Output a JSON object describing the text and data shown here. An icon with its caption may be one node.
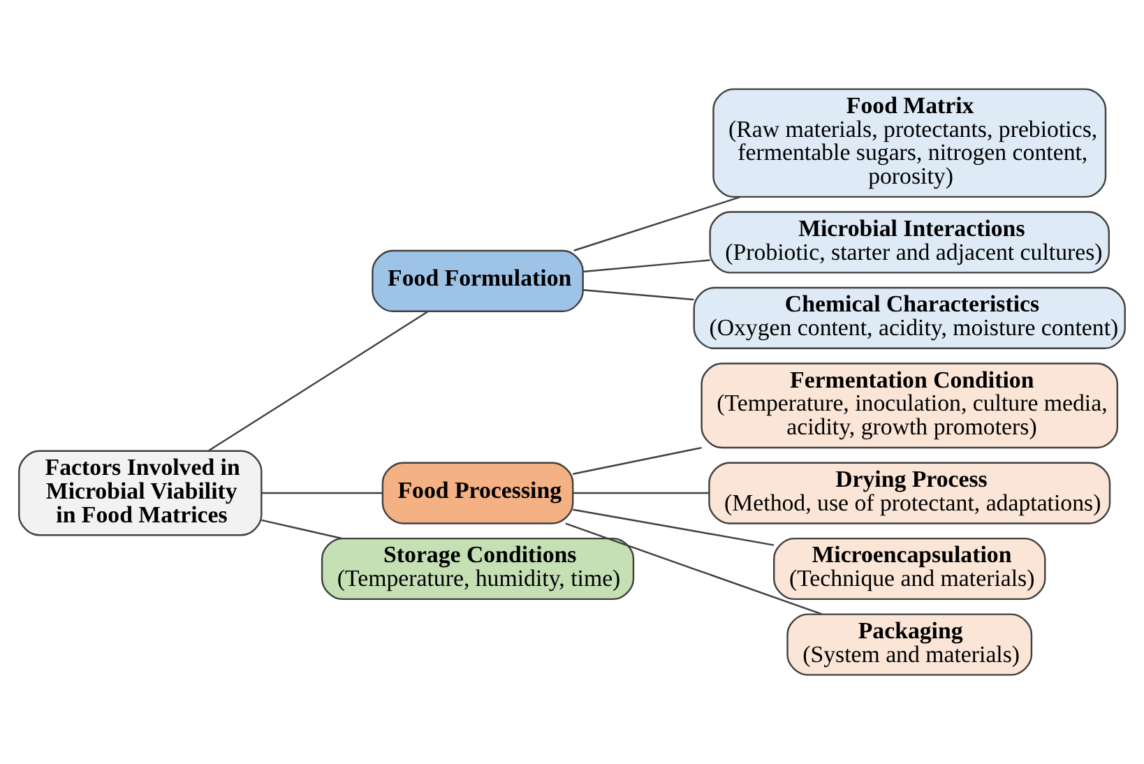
{
  "diagram": {
    "nodes": [
      {
        "text": [
          "Factors Involved in Microbial Viability in Food Matrices"
        ]
      },
      {
        "text": [
          "Food Formulation"
        ]
      },
      {
        "text": [
          "Food Matrix",
          "(Raw materials, protectants, prebiotics, fermentable sugars, nitrogen content, porosity)"
        ]
      },
      {
        "text": [
          "Microbial Interactions",
          "(Probiotic, starter and adjacent cultures)"
        ]
      },
      {
        "text": [
          "Chemical Characteristics",
          "(Oxygen content, acidity, moisture content)"
        ]
      },
      {
        "text": [
          "Food Processing"
        ]
      },
      {
        "text": [
          "Fermentation Condition",
          "(Temperature, inoculation, culture media, acidity, growth promoters)"
        ]
      },
      {
        "text": [
          "Drying Process",
          "(Method, use of protectant, adaptations)"
        ]
      },
      {
        "text": [
          "Microencapsulation",
          "(Technique and materials)"
        ]
      },
      {
        "text": [
          "Packaging",
          "(System and materials)"
        ]
      },
      {
        "text": [
          "Storage Conditions",
          "(Temperature, humidity, time)"
        ]
      }
    ],
    "edges": [
      {
        "from": 0,
        "to": 1,
        "arrow": "none"
      },
      {
        "from": 0,
        "to": 5,
        "arrow": "none"
      },
      {
        "from": 0,
        "to": 10,
        "arrow": "none"
      },
      {
        "from": 1,
        "to": 2,
        "arrow": "none"
      },
      {
        "from": 1,
        "to": 3,
        "arrow": "none"
      },
      {
        "from": 1,
        "to": 4,
        "arrow": "none"
      },
      {
        "from": 5,
        "to": 6,
        "arrow": "none"
      },
      {
        "from": 5,
        "to": 7,
        "arrow": "none"
      },
      {
        "from": 5,
        "to": 8,
        "arrow": "none"
      },
      {
        "from": 5,
        "to": 9,
        "arrow": "none"
      }
    ]
  }
}
